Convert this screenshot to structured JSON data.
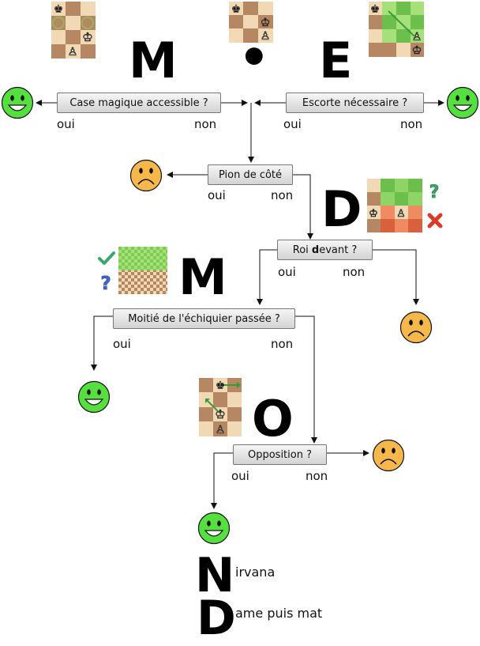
{
  "letters": {
    "m1": "M",
    "dot": "•",
    "e": "E",
    "d": "D",
    "m2": "M",
    "o": "O"
  },
  "nodes": {
    "case_magique": "Case magique accessible ?",
    "escorte": "Escorte nécessaire ?",
    "pion_cote": "Pion de côté",
    "roi_devant_pre": "Roi ",
    "roi_devant_bold": "d",
    "roi_devant_post": "evant ?",
    "moitie": "Moitié de l'échiquier passée ?",
    "opposition": "Opposition ?"
  },
  "labels": {
    "oui": "oui",
    "non": "non"
  },
  "legend": [
    {
      "letter": "N",
      "rest": "irvana"
    },
    {
      "letter": "D",
      "rest": "ame puis mat"
    }
  ],
  "colors": {
    "happy": "#55e040",
    "sad": "#f7b84b",
    "light_square": "#f1d9b5",
    "dark_square": "#b58863",
    "green_light": "#a6e07a",
    "green_dark": "#6cbf4a",
    "red_light": "#f08a60",
    "red_dark": "#d9603c",
    "check": "#3aa86a",
    "question_green": "#3aa86a",
    "question_blue": "#3f66cc",
    "cross": "#dd3b2a"
  },
  "icons": [
    "black-king-icon",
    "white-king-icon",
    "white-pawn-icon",
    "happy-face-icon",
    "sad-face-icon",
    "checkmark-icon",
    "question-icon",
    "cross-icon"
  ]
}
